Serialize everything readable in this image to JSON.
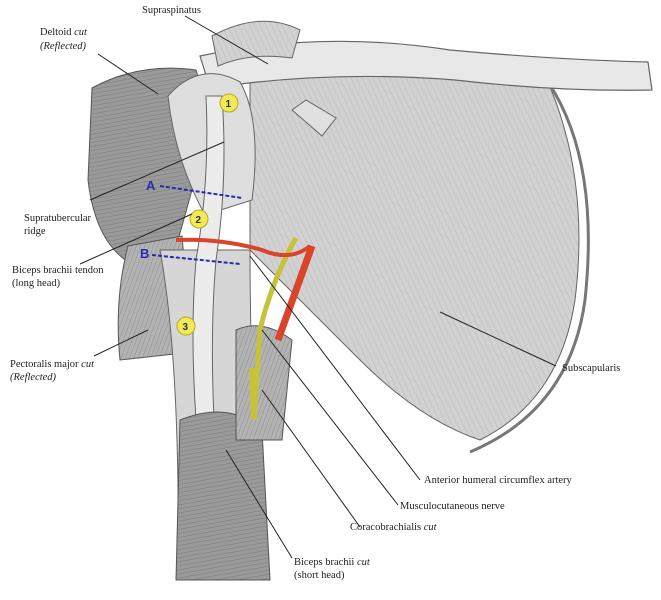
{
  "labels": {
    "supraspinatus": "Supraspinatus",
    "deltoid_name": "Deltoid",
    "deltoid_cut": "cut",
    "deltoid_reflected": "(Reflected)",
    "supratubercular_line1": "Supratubercular",
    "supratubercular_line2": "ridge",
    "biceps_tendon_line1": "Biceps brachii tendon",
    "biceps_tendon_line2": "(long head)",
    "pectoralis_name": "Pectoralis major",
    "pectoralis_cut": "cut",
    "pectoralis_reflected": "(Reflected)",
    "subscapularis": "Subscapularis",
    "circumflex_artery": "Anterior humeral circumflex artery",
    "musculocutaneous": "Musculocutaneous nerve",
    "coracobrachialis_name": "Coracobrachialis",
    "coracobrachialis_cut": "cut",
    "biceps_short_line1": "Biceps brachii",
    "biceps_short_cut": "cut",
    "biceps_short_line2": "(short head)"
  },
  "markers": [
    "1",
    "2",
    "3"
  ],
  "planes": [
    "A",
    "B"
  ],
  "colors": {
    "marker_fill": "#f2e95a",
    "plane_line": "#2a2ab0",
    "artery": "#d9442b",
    "nerve": "#c8c23a",
    "muscle": "#a9a9a9"
  }
}
